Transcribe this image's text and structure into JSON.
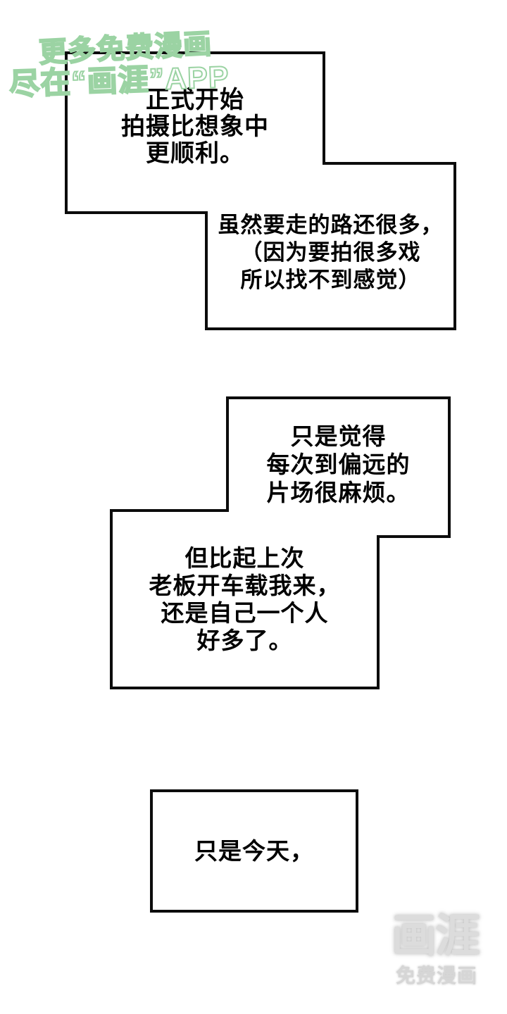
{
  "watermark": {
    "line1": "更多免费漫画",
    "line2": "尽在“画涯”APP",
    "color": "#9bd3a3"
  },
  "panels": [
    {
      "id": "narration-1",
      "text": "正式开始\n拍摄比想象中\n更顺利。"
    },
    {
      "id": "narration-2",
      "text": "虽然要走的路还很多，\n（因为要拍很多戏\n所以找不到感觉）"
    },
    {
      "id": "narration-3",
      "text": "只是觉得\n每次到偏远的\n片场很麻烦。"
    },
    {
      "id": "narration-4",
      "text": "但比起上次\n老板开车载我来，\n还是自己一个人\n好多了。"
    },
    {
      "id": "narration-5",
      "text": "只是今天，"
    }
  ],
  "logo": {
    "name": "画涯",
    "tagline": "免费漫画",
    "color": "#dcdcdc"
  },
  "colors": {
    "background": "#ffffff",
    "panel_border": "#0c0c0c",
    "text": "#000000"
  }
}
